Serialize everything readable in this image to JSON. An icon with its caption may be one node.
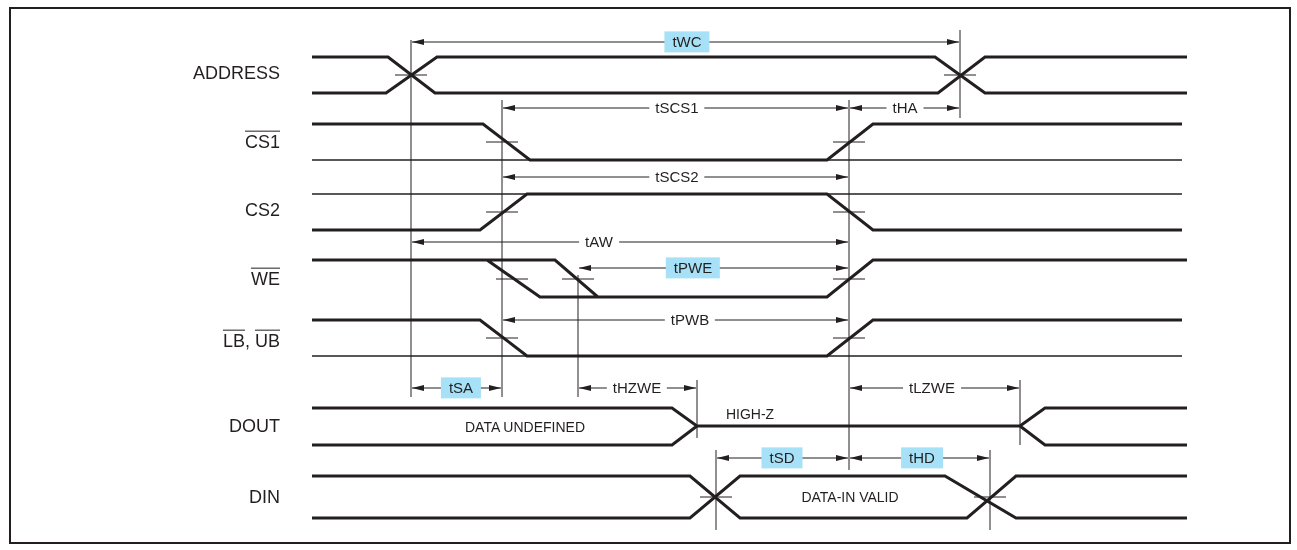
{
  "diagram": {
    "labels": [
      "tWC",
      "ADDRESS",
      "tSCS1",
      "tHA",
      "CS1",
      "tSCS2",
      "CS2",
      "tAW",
      "tPWE",
      "WE",
      "tPWB",
      "LB, UB",
      "tSA",
      "tHZWE",
      "tLZWE",
      "HIGH-Z",
      "DOUT",
      "DATA UNDEFINED",
      "tSD",
      "tHD",
      "DIN",
      "DATA-IN VALID"
    ]
  }
}
